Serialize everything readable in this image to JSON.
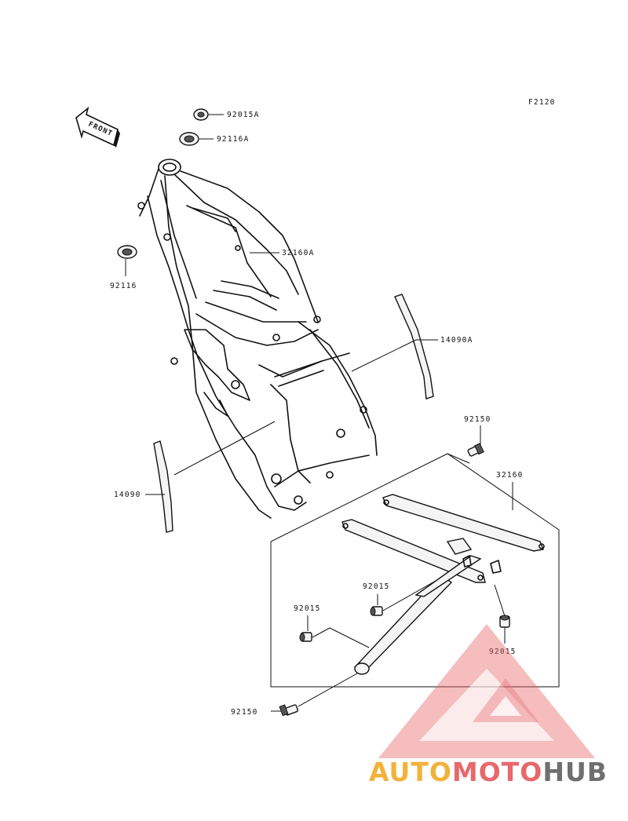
{
  "diagram": {
    "code": "F2120",
    "front_label": "FRONT",
    "callouts": {
      "c_92015A": "92015A",
      "c_92116A": "92116A",
      "c_92116": "92116",
      "c_32160A": "32160A",
      "c_14090A": "14090A",
      "c_92150_top": "92150",
      "c_32160": "32160",
      "c_14090": "14090",
      "c_92015_mid": "92015",
      "c_92015_left": "92015",
      "c_92015_right": "92015",
      "c_92150_bottom": "92150"
    }
  },
  "watermark": {
    "part1": "AUTO",
    "part2": "MOTO",
    "part3": "HUB",
    "colors": {
      "orange": "#f2b23a",
      "red": "#e8686b",
      "gray": "#6f6f6f"
    }
  }
}
